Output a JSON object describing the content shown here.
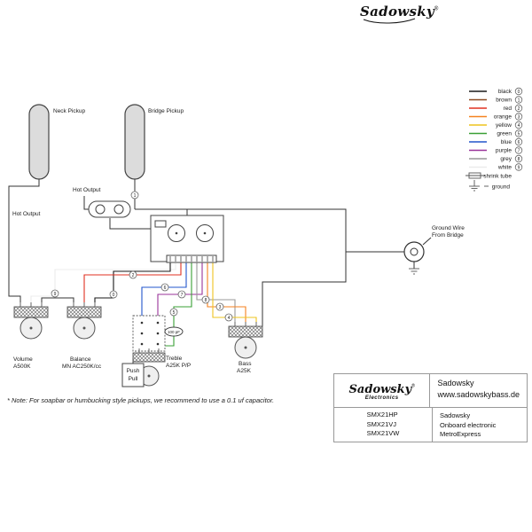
{
  "logo": {
    "text": "Sadowsky",
    "reg": "®"
  },
  "colors": {
    "black": "#1a1a1a",
    "brown": "#8a4a21",
    "red": "#e03020",
    "orange": "#f58220",
    "yellow": "#eec41f",
    "green": "#3aa035",
    "blue": "#2255cc",
    "purple": "#993399",
    "grey": "#999999",
    "white": "#ececec",
    "dark": "#333333"
  },
  "legend": {
    "items": [
      {
        "label": "black",
        "num": "0"
      },
      {
        "label": "brown",
        "num": "1"
      },
      {
        "label": "red",
        "num": "2"
      },
      {
        "label": "orange",
        "num": "3"
      },
      {
        "label": "yellow",
        "num": "4"
      },
      {
        "label": "green",
        "num": "5"
      },
      {
        "label": "blue",
        "num": "6"
      },
      {
        "label": "purple",
        "num": "7"
      },
      {
        "label": "grey",
        "num": "8"
      },
      {
        "label": "white",
        "num": "9"
      }
    ],
    "shrink_tube": "shrink tube",
    "ground": "ground"
  },
  "diagram": {
    "neck_pickup": "Neck Pickup",
    "bridge_pickup": "Bridge Pickup",
    "hot_output_bridge": "Hot Output",
    "hot_output_neck": "Hot Output",
    "ground_wire_1": "Ground Wire",
    "ground_wire_2": "From Bridge",
    "cap": "100 pF",
    "volume_1": "Volume",
    "volume_2": "A500K",
    "balance_1": "Balance",
    "balance_2": "MN AC250K/cc",
    "treble_1": "Treble",
    "treble_2": "A25K P/P",
    "push_1": "Push",
    "push_2": "Pull",
    "bass_1": "Bass",
    "bass_2": "A25K",
    "tags": {
      "black": "0",
      "brown": "1",
      "red": "2",
      "orange": "3",
      "yellow": "4",
      "green": "5",
      "blue": "6",
      "purple": "7",
      "grey": "8",
      "white": "9"
    }
  },
  "note": "* Note: For soapbar or humbucking style pickups, we recommend to use a 0.1 uf capacitor.",
  "title_block": {
    "brand": "Sadowsky",
    "brand_reg": "®",
    "brand_sub": "Electronics",
    "company": "Sadowsky",
    "website": "www.sadowskybass.de",
    "model_1": "SMX21HP",
    "model_2": "SMX21VJ",
    "model_3": "SMX21VW",
    "product_1": "Sadowsky",
    "product_2": "Onboard electronic",
    "product_3": "MetroExpress"
  }
}
